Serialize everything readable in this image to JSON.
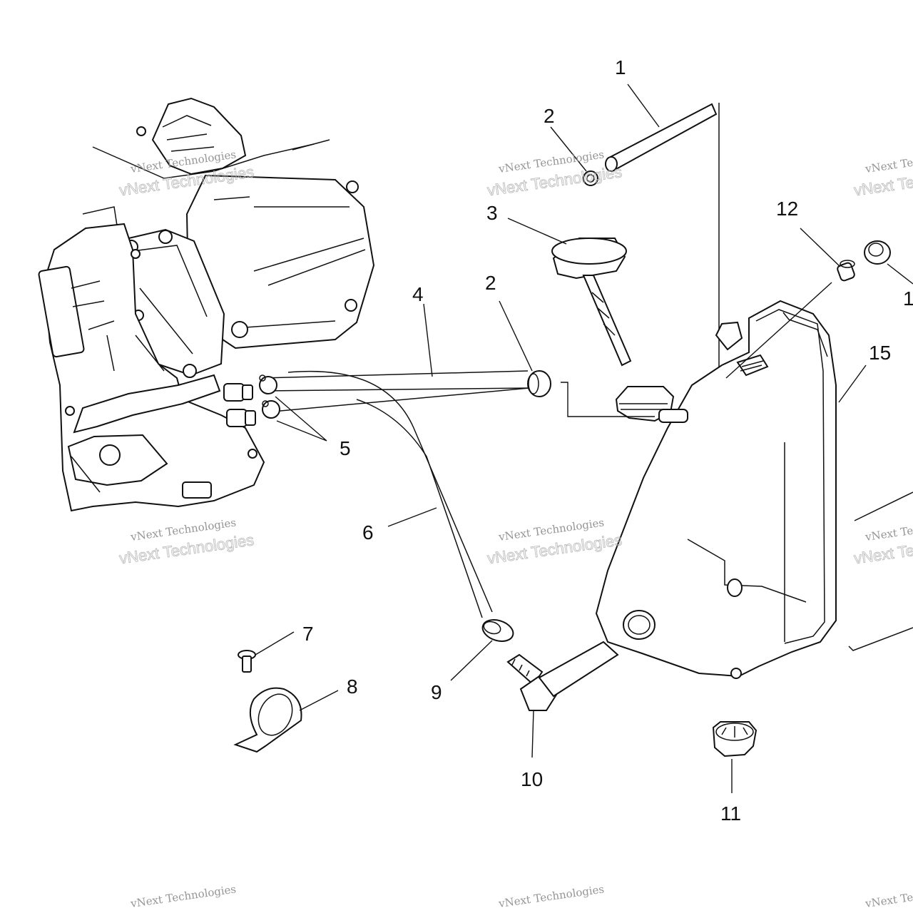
{
  "diagram": {
    "callouts": [
      {
        "id": "c1",
        "text": "1"
      },
      {
        "id": "c2a",
        "text": "2"
      },
      {
        "id": "c3",
        "text": "3"
      },
      {
        "id": "c2b",
        "text": "2"
      },
      {
        "id": "c4",
        "text": "4"
      },
      {
        "id": "c5",
        "text": "5"
      },
      {
        "id": "c6",
        "text": "6"
      },
      {
        "id": "c7",
        "text": "7"
      },
      {
        "id": "c8",
        "text": "8"
      },
      {
        "id": "c9",
        "text": "9"
      },
      {
        "id": "c10",
        "text": "10"
      },
      {
        "id": "c11",
        "text": "11"
      },
      {
        "id": "c12",
        "text": "12"
      },
      {
        "id": "c13",
        "text": "1"
      },
      {
        "id": "c15",
        "text": "15"
      }
    ]
  },
  "watermark": {
    "line1": "vNext Technologies",
    "line2": "vNext Technologies"
  }
}
